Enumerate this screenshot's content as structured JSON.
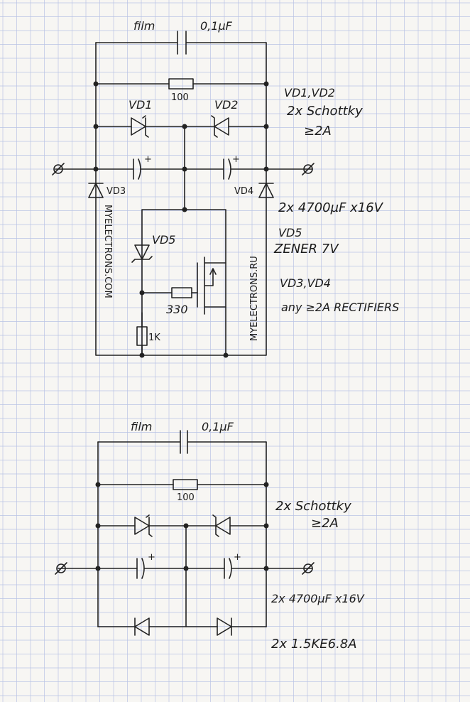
{
  "top": {
    "cap_film": "film",
    "cap_value": "0,1µF",
    "resistor_100": "100",
    "vd1": "VD1",
    "vd2": "VD2",
    "vd3": "VD3",
    "vd4": "VD4",
    "vd5": "VD5",
    "resistor_330": "330",
    "resistor_1k": "1K",
    "watermark_left": "MYELECTRONS.COM",
    "watermark_right": "MYELECTRONS.RU",
    "note_vd12": "VD1,VD2",
    "note_schottky": "2x Schottky",
    "note_2a": "≥2A",
    "note_caps": "2x 4700µF x16V",
    "note_vd5": "VD5",
    "note_zener": "ZENER 7V",
    "note_vd34": "VD3,VD4",
    "note_rect": "any ≥2A RECTIFIERS"
  },
  "bottom": {
    "cap_film": "film",
    "cap_value": "0,1µF",
    "resistor_100": "100",
    "note_schottky": "2x Schottky",
    "note_2a": "≥2A",
    "note_caps": "2x 4700µF x16V",
    "note_tvs": "2x 1.5KE6.8A"
  },
  "colors": {
    "paper": "#f7f6f3",
    "grid": "#b9c3e4",
    "ink": "#222222"
  }
}
